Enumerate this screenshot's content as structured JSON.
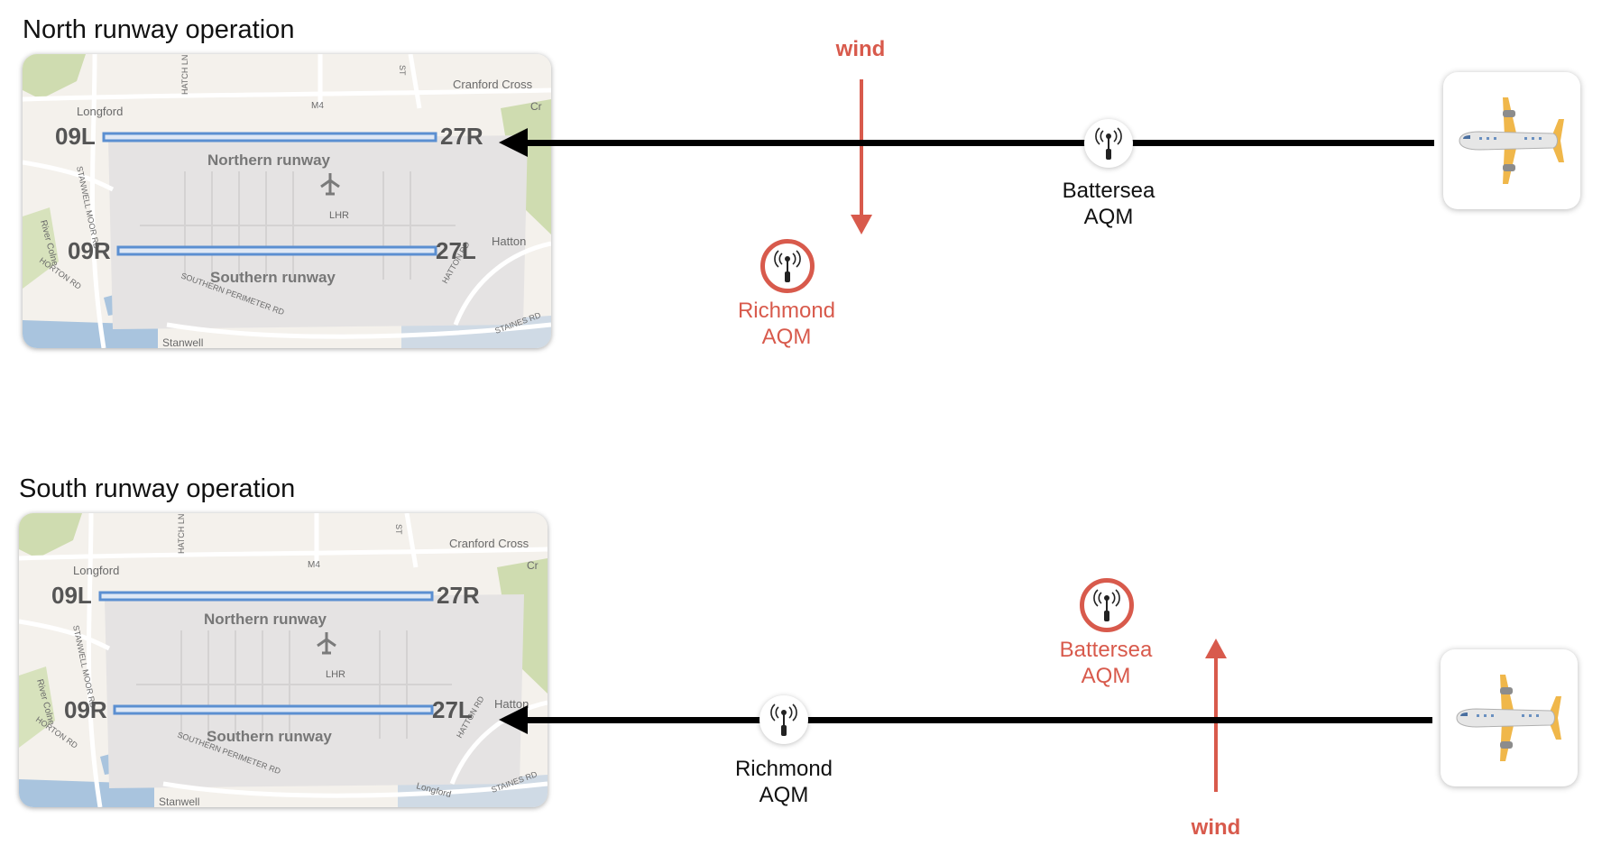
{
  "colors": {
    "alert": "#d85a4c",
    "flight_path": "#000000",
    "runway": "#5b8fd1",
    "map_background": "#f4f1ec"
  },
  "icons": {
    "plane": "airplane-icon",
    "sensor": "air-quality-monitor-icon",
    "wind_arrow": "wind-arrow-icon"
  },
  "map": {
    "places": {
      "longford": "Longford",
      "cranford_cross": "Cranford Cross",
      "hatton": "Hatton",
      "stanwell": "Stanwell",
      "lhr": "LHR",
      "m4": "M4",
      "hatch_ln": "HATCH LN",
      "st": "ST",
      "cr": "Cr",
      "river_colne": "River Colne",
      "stanwell_moor_rd": "STANWELL MOOR RD",
      "horton_rd": "HORTON RD",
      "southern_perimeter_rd": "SOUTHERN PERIMETER RD",
      "hatton_rd": "HATTON RD",
      "staines_rd": "STAINES RD",
      "longford_river": "Longford"
    },
    "runways": {
      "northern": {
        "name": "Northern runway",
        "west": "09L",
        "east": "27R"
      },
      "southern": {
        "name": "Southern runway",
        "west": "09R",
        "east": "27L"
      }
    }
  },
  "panels": {
    "north": {
      "title": "North runway operation",
      "wind": {
        "label": "wind",
        "direction": "down"
      },
      "downwind_station": {
        "name": "Richmond",
        "type": "AQM",
        "status": "alert"
      },
      "path_station": {
        "name": "Battersea",
        "type": "AQM",
        "status": "normal"
      }
    },
    "south": {
      "title": "South runway operation",
      "wind": {
        "label": "wind",
        "direction": "up"
      },
      "downwind_station": {
        "name": "Battersea",
        "type": "AQM",
        "status": "alert"
      },
      "path_station": {
        "name": "Richmond",
        "type": "AQM",
        "status": "normal"
      }
    }
  }
}
